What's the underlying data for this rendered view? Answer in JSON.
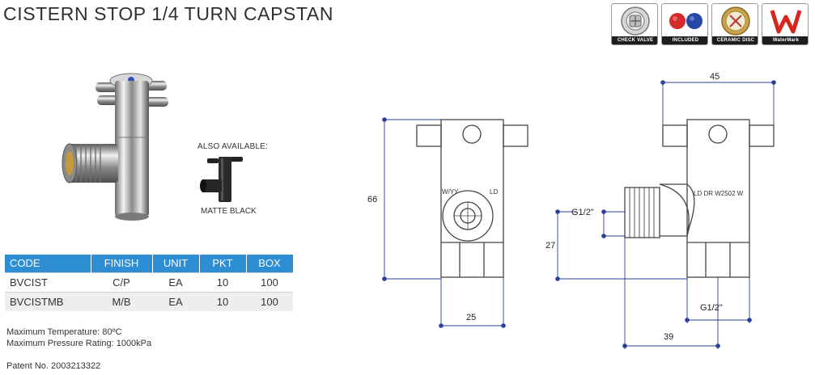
{
  "title": "CISTERN STOP 1/4 TURN CAPSTAN",
  "badges": [
    {
      "caption": "CHECK VALVE",
      "icon": "check-valve-icon"
    },
    {
      "caption": "INCLUDED",
      "icon": "hot-cold-discs-icon"
    },
    {
      "caption": "CERAMIC DISC",
      "icon": "ceramic-disc-icon"
    },
    {
      "caption": "WaterMark",
      "icon": "watermark-logo-icon"
    }
  ],
  "also_available": "ALSO AVAILABLE:",
  "matte_black": "MATTE BLACK",
  "table": {
    "headers": [
      "CODE",
      "FINISH",
      "UNIT",
      "PKT",
      "BOX"
    ],
    "rows": [
      [
        "BVCIST",
        "C/P",
        "EA",
        "10",
        "100"
      ],
      [
        "BVCISTMB",
        "M/B",
        "EA",
        "10",
        "100"
      ]
    ]
  },
  "specs": [
    "Maximum Temperature: 80ºC",
    "Maximum Pressure Rating: 1000kPa"
  ],
  "patent": "Patent No. 2003213322",
  "drawing": {
    "front_engraving_left": "W/YY",
    "front_engraving_right": "LD",
    "side_engraving": "LD DR W2502 W",
    "dim_height": "66",
    "dim_width_front": "25",
    "dim_width_top": "45",
    "dim_thread_inlet": "G1/2\"",
    "dim_inlet_height": "27",
    "dim_thread_outlet": "G1/2\"",
    "dim_offset": "39"
  },
  "colors": {
    "header_blue": "#2e8ed4",
    "dim_blue": "#2a3f9a",
    "watermark_red": "#d7261e"
  }
}
